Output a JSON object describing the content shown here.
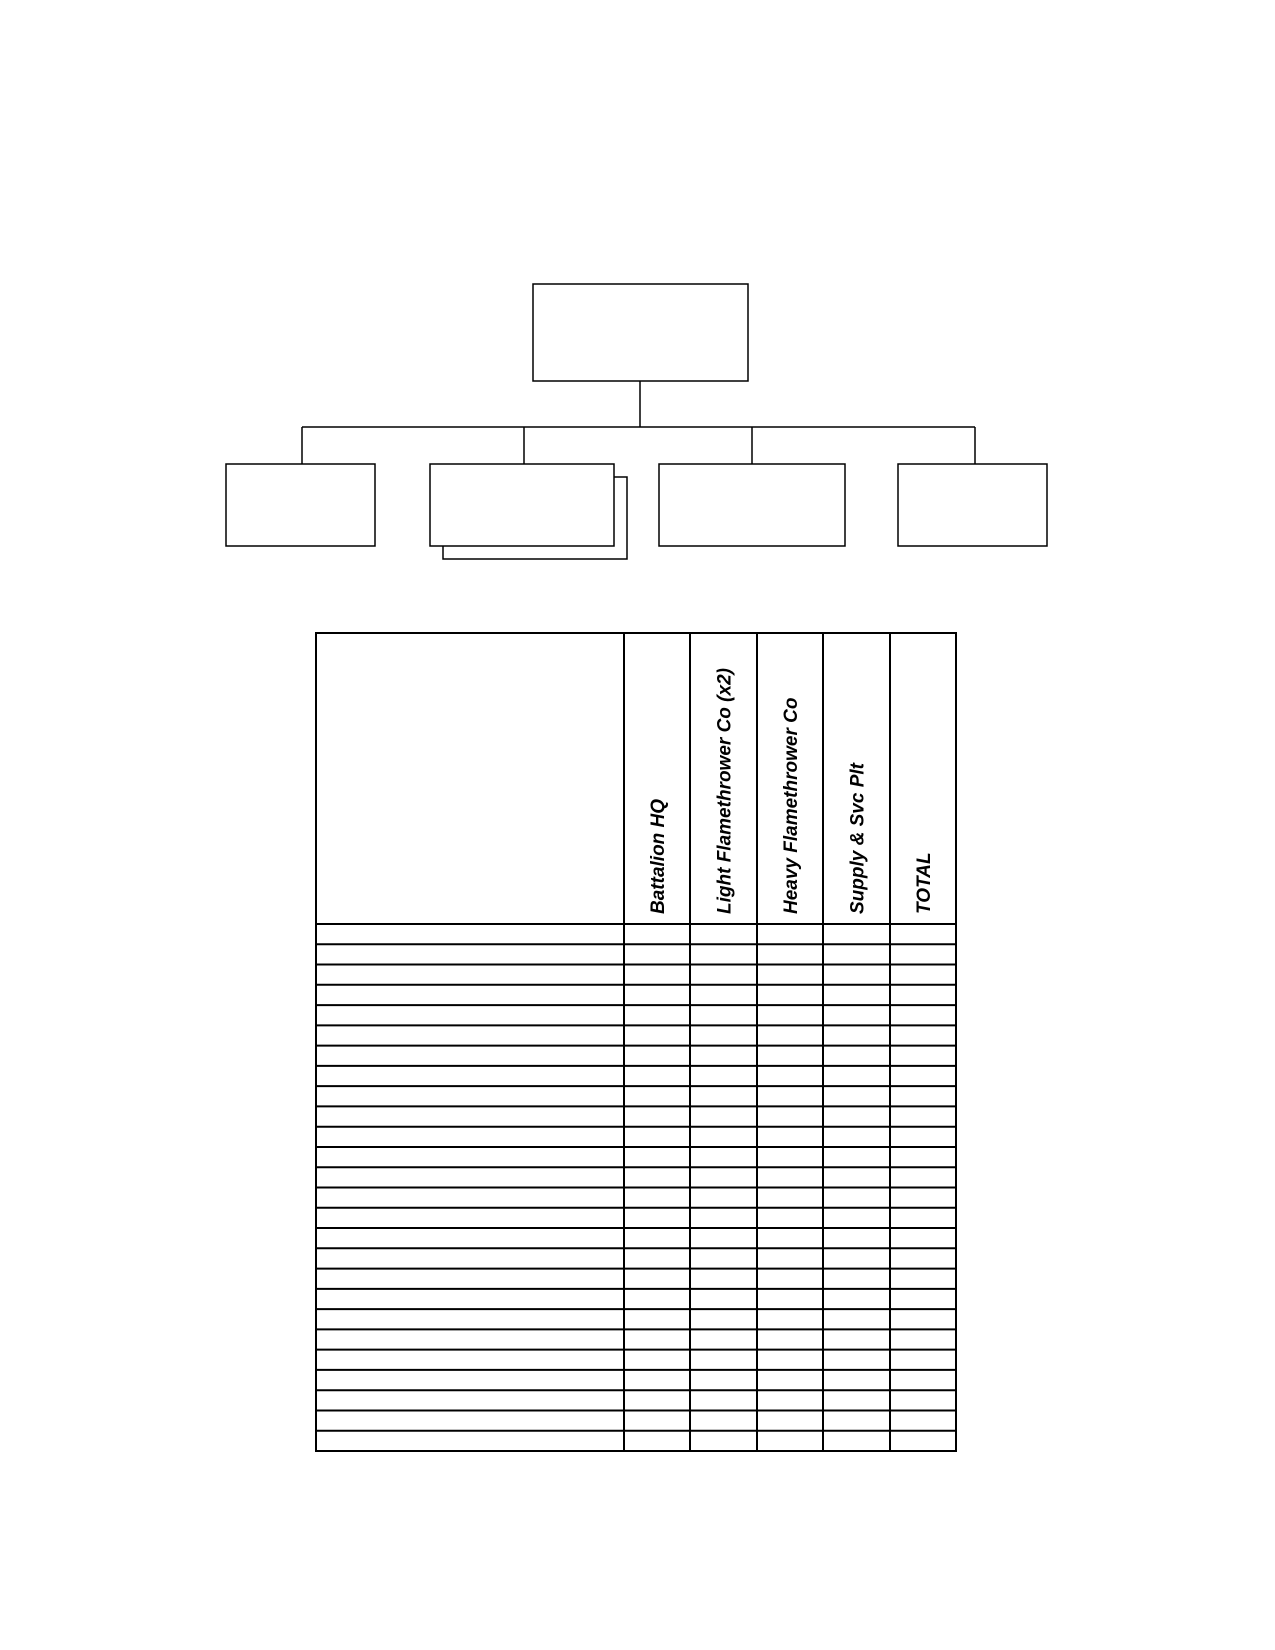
{
  "org_chart": {
    "top_unit": "",
    "sub_units": [
      {
        "label": "",
        "multiple": false
      },
      {
        "label": "",
        "multiple": true
      },
      {
        "label": "",
        "multiple": false
      },
      {
        "label": "",
        "multiple": false
      }
    ]
  },
  "strength_table": {
    "row_header": "",
    "columns": [
      "Battalion HQ",
      "Light Flamethrower Co (x2)",
      "Heavy Flamethrower Co",
      "Supply & Svc Plt",
      "TOTAL"
    ],
    "rows": [
      [
        "",
        "",
        "",
        "",
        "",
        ""
      ],
      [
        "",
        "",
        "",
        "",
        "",
        ""
      ],
      [
        "",
        "",
        "",
        "",
        "",
        ""
      ],
      [
        "",
        "",
        "",
        "",
        "",
        ""
      ],
      [
        "",
        "",
        "",
        "",
        "",
        ""
      ],
      [
        "",
        "",
        "",
        "",
        "",
        ""
      ],
      [
        "",
        "",
        "",
        "",
        "",
        ""
      ],
      [
        "",
        "",
        "",
        "",
        "",
        ""
      ],
      [
        "",
        "",
        "",
        "",
        "",
        ""
      ],
      [
        "",
        "",
        "",
        "",
        "",
        ""
      ],
      [
        "",
        "",
        "",
        "",
        "",
        ""
      ],
      [
        "",
        "",
        "",
        "",
        "",
        ""
      ],
      [
        "",
        "",
        "",
        "",
        "",
        ""
      ],
      [
        "",
        "",
        "",
        "",
        "",
        ""
      ],
      [
        "",
        "",
        "",
        "",
        "",
        ""
      ],
      [
        "",
        "",
        "",
        "",
        "",
        ""
      ],
      [
        "",
        "",
        "",
        "",
        "",
        ""
      ],
      [
        "",
        "",
        "",
        "",
        "",
        ""
      ],
      [
        "",
        "",
        "",
        "",
        "",
        ""
      ],
      [
        "",
        "",
        "",
        "",
        "",
        ""
      ],
      [
        "",
        "",
        "",
        "",
        "",
        ""
      ],
      [
        "",
        "",
        "",
        "",
        "",
        ""
      ],
      [
        "",
        "",
        "",
        "",
        "",
        ""
      ],
      [
        "",
        "",
        "",
        "",
        "",
        ""
      ],
      [
        "",
        "",
        "",
        "",
        "",
        ""
      ],
      [
        "",
        "",
        "",
        "",
        "",
        ""
      ]
    ]
  }
}
